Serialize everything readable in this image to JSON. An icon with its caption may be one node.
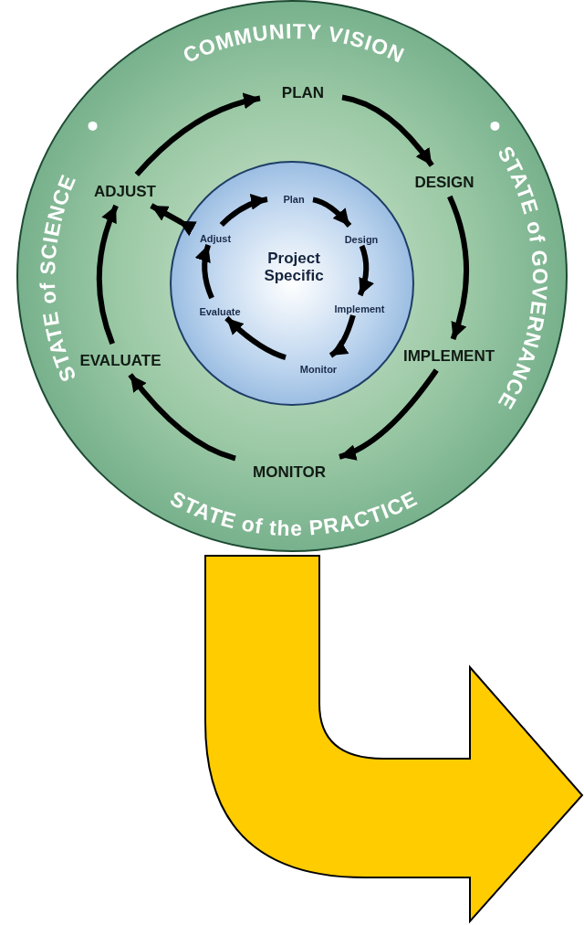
{
  "diagram": {
    "nodes": [
      {
        "text": [
          "COMMUNITY VISION",
          "STATE of GOVERNANCE",
          "STATE of the PRACTICE",
          "STATE of SCIENCE"
        ]
      },
      {
        "text": [
          "PLAN"
        ],
        "in": 0
      },
      {
        "text": [
          "DESIGN"
        ],
        "in": 0
      },
      {
        "text": [
          "IMPLEMENT"
        ],
        "in": 0
      },
      {
        "text": [
          "MONITOR"
        ],
        "in": 0
      },
      {
        "text": [
          "EVALUATE"
        ],
        "in": 0
      },
      {
        "text": [
          "ADJUST"
        ],
        "in": 0
      },
      {
        "text": [
          "Project Specific"
        ],
        "in": 0
      },
      {
        "text": [
          "Plan"
        ],
        "in": 7
      },
      {
        "text": [
          "Design"
        ],
        "in": 7
      },
      {
        "text": [
          "Implement"
        ],
        "in": 7
      },
      {
        "text": [
          "Monitor"
        ],
        "in": 7
      },
      {
        "text": [
          "Evaluate"
        ],
        "in": 7
      },
      {
        "text": [
          "Adjust"
        ],
        "in": 7
      }
    ],
    "edges": [
      {
        "from": 6,
        "to": 1,
        "arrow": "to"
      },
      {
        "from": 1,
        "to": 2,
        "arrow": "to"
      },
      {
        "from": 2,
        "to": 3,
        "arrow": "to"
      },
      {
        "from": 3,
        "to": 4,
        "arrow": "to"
      },
      {
        "from": 4,
        "to": 5,
        "arrow": "to"
      },
      {
        "from": 5,
        "to": 6,
        "arrow": "to"
      },
      {
        "from": 13,
        "to": 8,
        "arrow": "to"
      },
      {
        "from": 8,
        "to": 9,
        "arrow": "to"
      },
      {
        "from": 9,
        "to": 10,
        "arrow": "to"
      },
      {
        "from": 10,
        "to": 11,
        "arrow": "to"
      },
      {
        "from": 11,
        "to": 12,
        "arrow": "to"
      },
      {
        "from": 12,
        "to": 13,
        "arrow": "to"
      },
      {
        "from": 7,
        "to": 6,
        "arrow": "both"
      },
      {
        "from": 0,
        "to": null,
        "arrow": "to",
        "style": "thick",
        "color": "#ffcc00"
      }
    ]
  }
}
